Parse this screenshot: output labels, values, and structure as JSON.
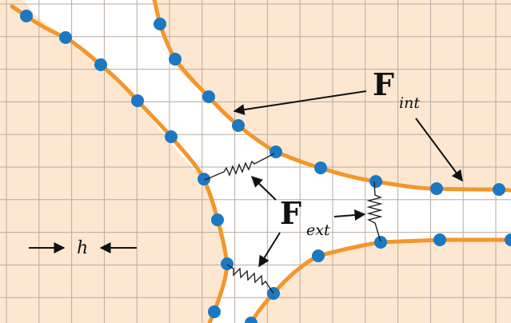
{
  "labels": {
    "f_int": {
      "main": "F",
      "sub": "int"
    },
    "f_ext": {
      "main": "F",
      "sub": "ext"
    },
    "h": "h"
  },
  "colors": {
    "background_region": "#fde7d1",
    "channel": "#ffffff",
    "grid": "#b7aba1",
    "curve": "#f3962c",
    "node": "#1b78c2",
    "spring": "#222222",
    "arrow": "#111111"
  }
}
